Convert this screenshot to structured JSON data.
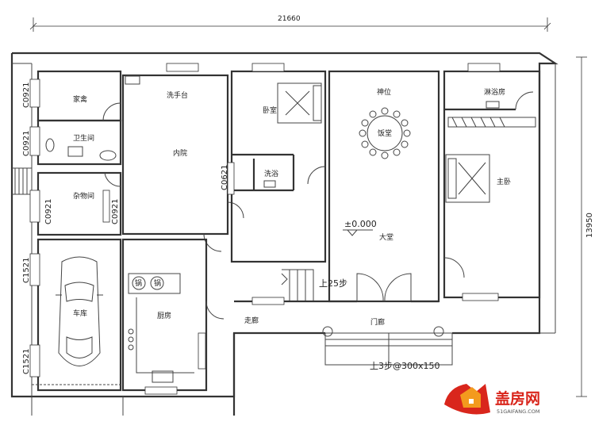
{
  "dimensions": {
    "width_total": "21660",
    "height_total": "13950"
  },
  "rooms": {
    "storage_top": "家禽",
    "toilet": "卫生间",
    "sundries": "杂物间",
    "garage": "车库",
    "wash_basin": "洗手台",
    "courtyard": "内院",
    "kitchen": "厨房",
    "bedroom": "卧室",
    "bath_small": "洗浴",
    "shrine": "神位",
    "dining": "饭堂",
    "hall": "大堂",
    "master_bath": "淋浴房",
    "master_bedroom": "主卧",
    "corridor": "走廊",
    "porch": "门廊"
  },
  "labels": {
    "window_c0921_a": "C0921",
    "window_c0921_b": "C0921",
    "window_c0921_c": "C0921",
    "window_c0921_d": "C0921",
    "window_c0621": "C0621",
    "window_c1521_a": "C1521",
    "window_c1521_b": "C1521",
    "level": "±0.000",
    "stairs_up": "上25步",
    "steps_note": "上3步@300x150",
    "stove_1": "锅",
    "stove_2": "锅"
  },
  "logo": {
    "name": "盖房网",
    "url": "51GAIFANG.COM"
  },
  "colors": {
    "logo_red": "#d9261c",
    "logo_orange": "#f39a1e"
  }
}
